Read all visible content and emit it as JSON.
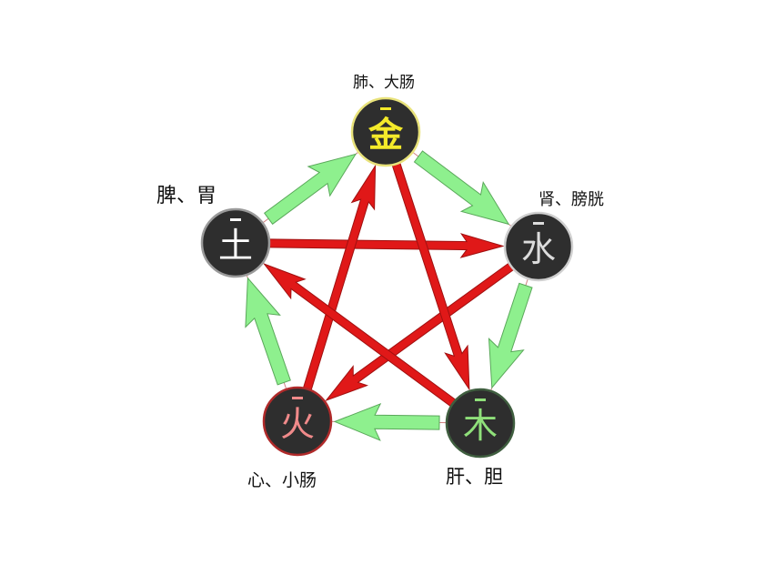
{
  "nodes": [
    {
      "id": "metal",
      "char": "金",
      "organs": "肺、大肠",
      "fill": "#2e2e2e",
      "stroke": "#e8e27a",
      "glyph": "#f4ea2a"
    },
    {
      "id": "water",
      "char": "水",
      "organs": "肾、膀胱",
      "fill": "#2e2e2e",
      "stroke": "#cfcfcf",
      "glyph": "#dcdcdc"
    },
    {
      "id": "wood",
      "char": "木",
      "organs": "肝、胆",
      "fill": "#2e2e2e",
      "stroke": "#3f5e3f",
      "glyph": "#8fe07a"
    },
    {
      "id": "fire",
      "char": "火",
      "organs": "心、小肠",
      "fill": "#2e2e2e",
      "stroke": "#b02a2a",
      "glyph": "#f08a8a"
    },
    {
      "id": "earth",
      "char": "土",
      "organs": "脾、胃",
      "fill": "#2e2e2e",
      "stroke": "#9a9a9a",
      "glyph": "#ffffff"
    }
  ],
  "generating_edges": [
    [
      "earth",
      "metal"
    ],
    [
      "metal",
      "water"
    ],
    [
      "water",
      "wood"
    ],
    [
      "wood",
      "fire"
    ],
    [
      "fire",
      "earth"
    ]
  ],
  "controlling_edges": [
    [
      "earth",
      "water"
    ],
    [
      "water",
      "fire"
    ],
    [
      "fire",
      "metal"
    ],
    [
      "metal",
      "wood"
    ],
    [
      "wood",
      "earth"
    ]
  ],
  "colors": {
    "generating": "#8ef08e",
    "generating_stroke": "#5aa85a",
    "controlling": "#e01818",
    "controlling_stroke": "#a01010"
  }
}
